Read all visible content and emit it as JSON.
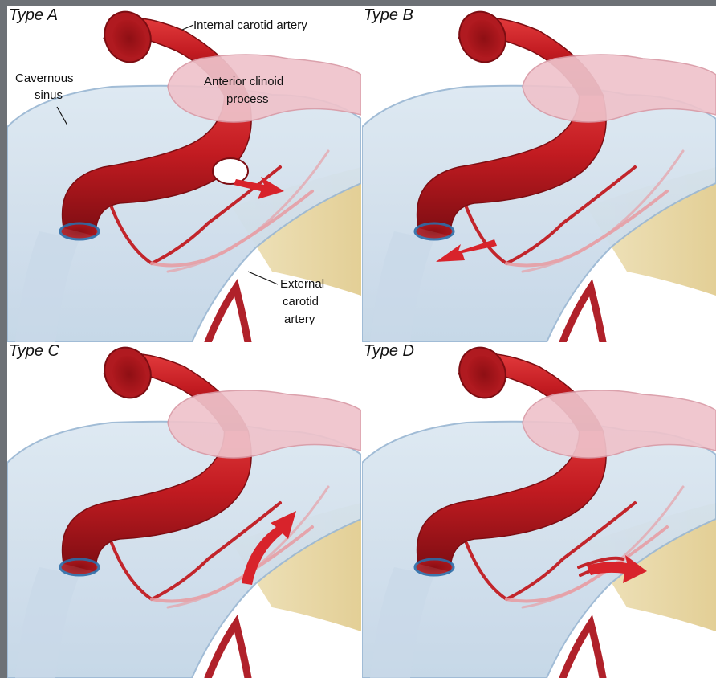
{
  "panels": [
    {
      "label": "Type A"
    },
    {
      "label": "Type B"
    },
    {
      "label": "Type C"
    },
    {
      "label": "Type D"
    }
  ],
  "annotations": {
    "internal_carotid": "Internal carotid artery",
    "clinoid_line1": "Anterior clinoid",
    "clinoid_line2": "process",
    "cavernous_line1": "Cavernous",
    "cavernous_line2": "sinus",
    "external_line1": "External",
    "external_line2": "carotid",
    "external_line3": "artery"
  },
  "colors": {
    "artery": "#b8161c",
    "artery_dark": "#7c0d12",
    "sinus": "#cfe0ee",
    "sinus_edge": "#8fb0cf",
    "clinoid": "#f0c4cc",
    "bone": "#e6d6a6",
    "frame_border": "#6d7176"
  }
}
